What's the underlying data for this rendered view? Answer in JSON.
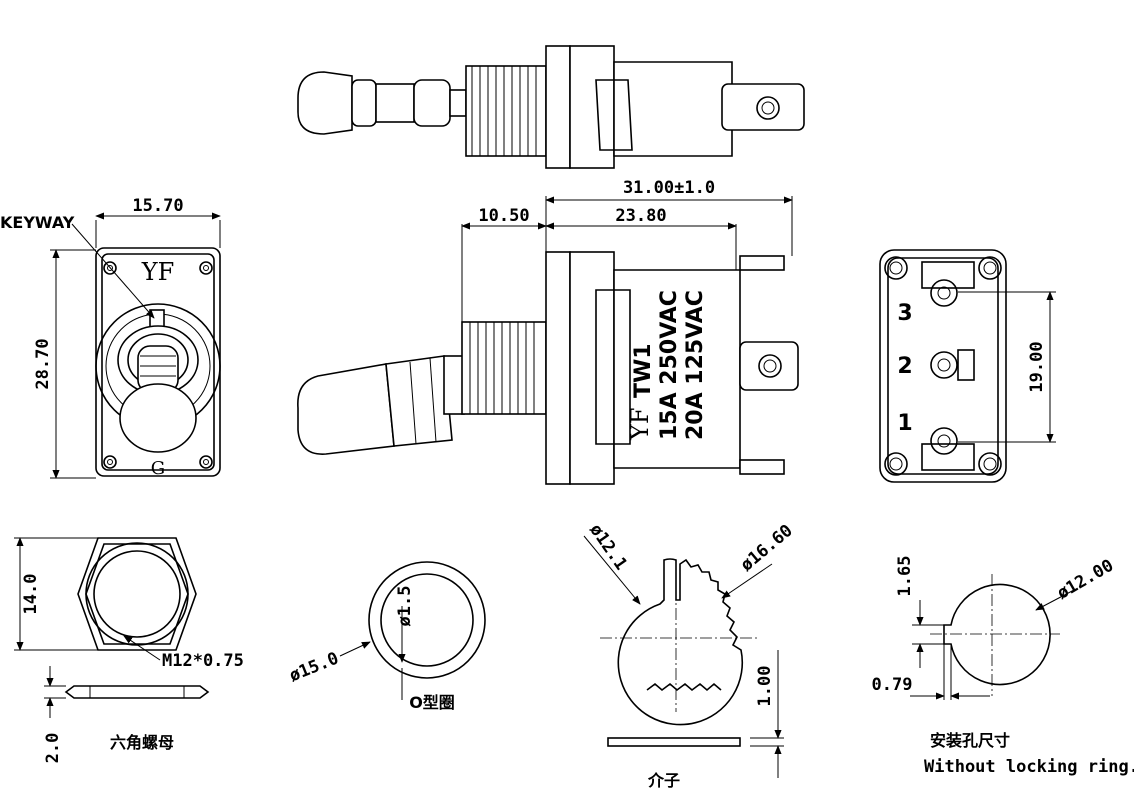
{
  "dimensions": {
    "width_top": "15.70",
    "height_front": "28.70",
    "overall_length": "31.00±1.0",
    "body_length": "23.80",
    "bushing_length": "10.50",
    "terminal_pitch": "19.00",
    "nut_height": "14.0",
    "nut_thickness": "2.0",
    "thread": "M12*0.75",
    "oring_outer": "ø15.0",
    "oring_section": "ø1.5",
    "washer_inner": "ø12.1",
    "washer_outer": "ø16.60",
    "washer_thickness": "1.00",
    "hole_key_depth": "1.65",
    "hole_key_width": "0.79",
    "hole_diameter": "ø12.00"
  },
  "labels": {
    "keyway": "KEYWAY",
    "brand": "YF",
    "ground_mark": "G",
    "model": "TW1",
    "rating_1": "15A  250VAC",
    "rating_2": "20A  125VAC",
    "terminal_1": "1",
    "terminal_2": "2",
    "terminal_3": "3",
    "nut_caption": "六角螺母",
    "oring_caption": "O型圈",
    "washer_caption": "介子",
    "hole_caption": "安装孔尺寸",
    "hole_note": "Without locking ring."
  }
}
